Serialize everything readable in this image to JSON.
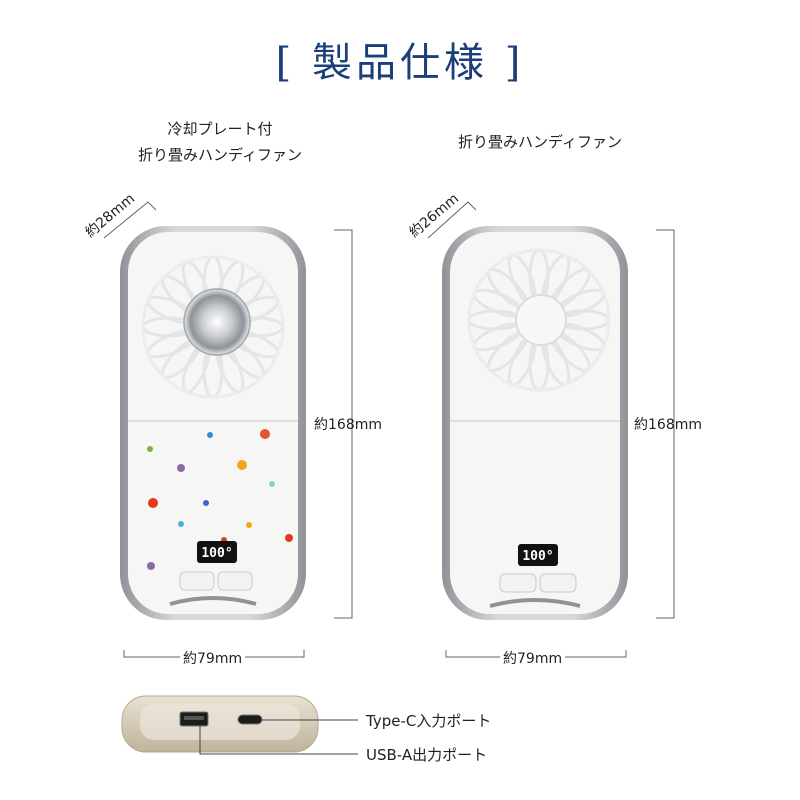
{
  "heading": "[ 製品仕様 ]",
  "products": [
    {
      "caption_line1": "冷却プレート付",
      "caption_line2": "折り畳みハンディファン",
      "thickness": "約28mm",
      "height": "約168mm",
      "width": "約79mm",
      "display": "100°"
    },
    {
      "caption_line1": "",
      "caption_line2": "折り畳みハンディファン",
      "thickness": "約26mm",
      "height": "約168mm",
      "width": "約79mm",
      "display": "100°"
    }
  ],
  "ports": {
    "type_c": "Type-C入力ポート",
    "usb_a": "USB-A出力ポート"
  },
  "colors": {
    "heading": "#1c3f7a",
    "body": "#f5f5f3",
    "frame": "#b9bcc0",
    "base": "#d8cfbf"
  }
}
